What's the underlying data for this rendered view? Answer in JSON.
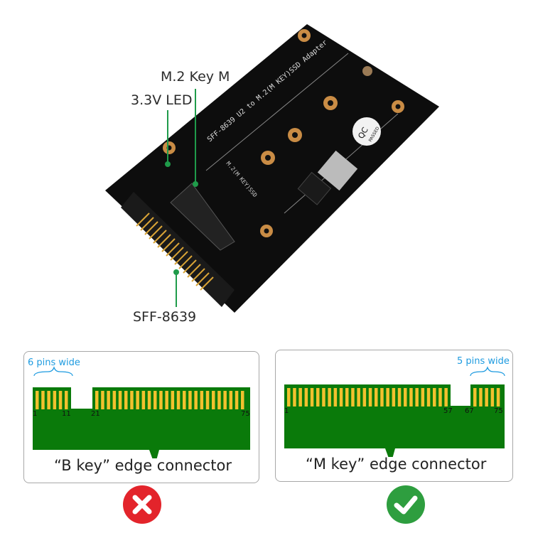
{
  "callouts": {
    "m2_key_m": "M.2 Key M",
    "led": "3.3V LED",
    "sff": "SFF-8639"
  },
  "board": {
    "silkscreen_title": "SFF-8639 U2 to M.2(M KEY)SSD Adapter",
    "slot_label": "M.2(M KEY)SSD",
    "qc_label": "QC",
    "qc_sub": "PASSED",
    "color": "#0d0d0d",
    "callout_color": "#1f9b4a"
  },
  "b_key": {
    "width_label": "6 pins wide",
    "pin_numbers": [
      "1",
      "11",
      "21",
      "75"
    ],
    "caption": "“B key” edge connector",
    "status_icon": "x-circle-icon",
    "status_color": "#e3242b"
  },
  "m_key": {
    "width_label": "5 pins wide",
    "pin_numbers": [
      "1",
      "57",
      "67",
      "75"
    ],
    "caption": "“M key” edge connector",
    "status_icon": "check-circle-icon",
    "status_color": "#2e9e3f"
  },
  "colors": {
    "pcb_green": "#0a7a0a",
    "pin_gold": "#f2c12e",
    "label_blue": "#1e9be0"
  }
}
